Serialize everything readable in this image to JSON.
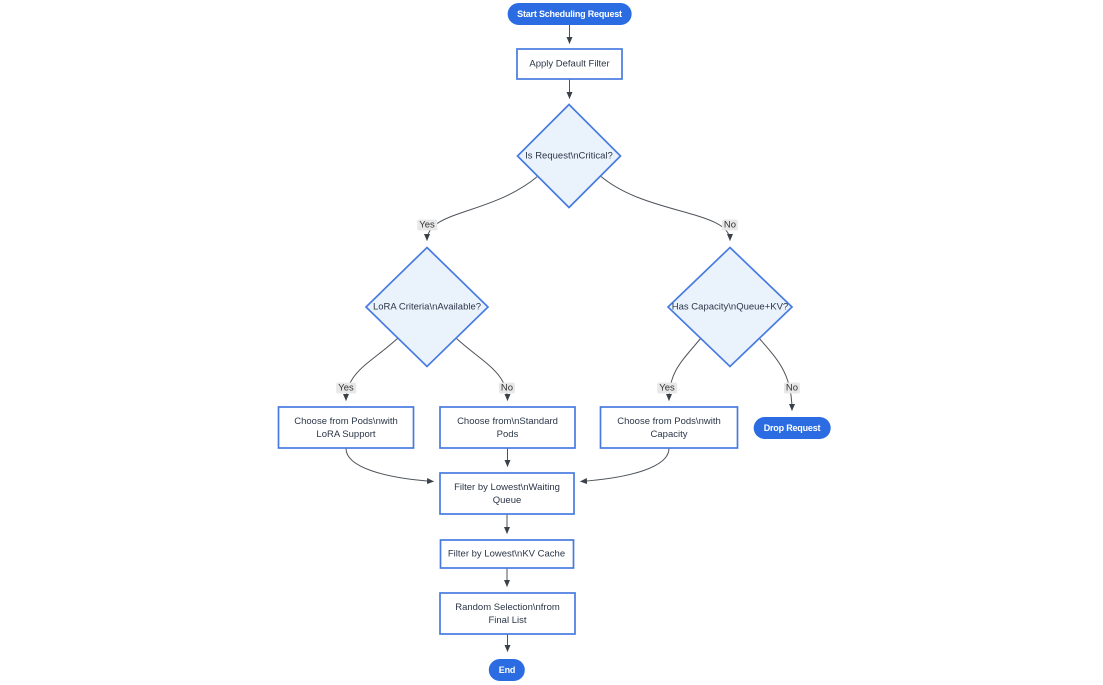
{
  "diagram": {
    "type": "flowchart",
    "direction": "top-down",
    "colors": {
      "accent_fill": "#2b6ce2",
      "accent_text": "#ffffff",
      "node_fill": "#ffffff",
      "node_border": "#477be2",
      "decision_fill": "#eaf3fc",
      "text_color": "#2b3647",
      "edge_color": "#4e545b",
      "arrow_color": "#3b4148",
      "edge_label_bg": "#e8e8e8",
      "edge_label_text": "#333333"
    },
    "nodes": [
      {
        "id": "start",
        "type": "pill",
        "label": "Start Scheduling Request",
        "lines": [
          "Start Scheduling Request"
        ]
      },
      {
        "id": "apply_filter",
        "type": "rect",
        "label": "Apply Default Filter",
        "lines": [
          "Apply Default Filter"
        ]
      },
      {
        "id": "is_critical",
        "type": "decision",
        "label": "Is Request\\nCritical?",
        "lines": [
          "Is Request\\nCritical?"
        ]
      },
      {
        "id": "lora_criteria",
        "type": "decision",
        "label": "LoRA Criteria\\nAvailable?",
        "lines": [
          "LoRA Criteria\\nAvailable?"
        ]
      },
      {
        "id": "has_capacity",
        "type": "decision",
        "label": "Has Capacity\\nQueue+KV?",
        "lines": [
          "Has Capacity\\nQueue+KV?"
        ]
      },
      {
        "id": "choose_lora",
        "type": "rect",
        "label": "Choose from Pods\\nwith LoRA Support",
        "lines": [
          "Choose from Pods\\nwith",
          "LoRA Support"
        ]
      },
      {
        "id": "choose_standard",
        "type": "rect",
        "label": "Choose from\\nStandard Pods",
        "lines": [
          "Choose from\\nStandard",
          "Pods"
        ]
      },
      {
        "id": "choose_capacity",
        "type": "rect",
        "label": "Choose from Pods\\nwith Capacity",
        "lines": [
          "Choose from Pods\\nwith",
          "Capacity"
        ]
      },
      {
        "id": "drop_request",
        "type": "pill",
        "label": "Drop Request",
        "lines": [
          "Drop Request"
        ]
      },
      {
        "id": "filter_queue",
        "type": "rect",
        "label": "Filter by Lowest\\nWaiting Queue",
        "lines": [
          "Filter by Lowest\\nWaiting",
          "Queue"
        ]
      },
      {
        "id": "filter_kv",
        "type": "rect",
        "label": "Filter by Lowest\\nKV Cache",
        "lines": [
          "Filter by Lowest\\nKV Cache"
        ]
      },
      {
        "id": "random_selection",
        "type": "rect",
        "label": "Random Selection\\nfrom Final List",
        "lines": [
          "Random Selection\\nfrom",
          "Final List"
        ]
      },
      {
        "id": "end",
        "type": "pill",
        "label": "End",
        "lines": [
          "End"
        ]
      }
    ],
    "edges": [
      {
        "from": "start",
        "to": "apply_filter"
      },
      {
        "from": "apply_filter",
        "to": "is_critical"
      },
      {
        "from": "is_critical",
        "to": "lora_criteria",
        "label": "Yes"
      },
      {
        "from": "is_critical",
        "to": "has_capacity",
        "label": "No"
      },
      {
        "from": "lora_criteria",
        "to": "choose_lora",
        "label": "Yes"
      },
      {
        "from": "lora_criteria",
        "to": "choose_standard",
        "label": "No"
      },
      {
        "from": "has_capacity",
        "to": "choose_capacity",
        "label": "Yes"
      },
      {
        "from": "has_capacity",
        "to": "drop_request",
        "label": "No"
      },
      {
        "from": "choose_lora",
        "to": "filter_queue"
      },
      {
        "from": "choose_standard",
        "to": "filter_queue"
      },
      {
        "from": "choose_capacity",
        "to": "filter_queue"
      },
      {
        "from": "filter_queue",
        "to": "filter_kv"
      },
      {
        "from": "filter_kv",
        "to": "random_selection"
      },
      {
        "from": "random_selection",
        "to": "end"
      }
    ]
  }
}
